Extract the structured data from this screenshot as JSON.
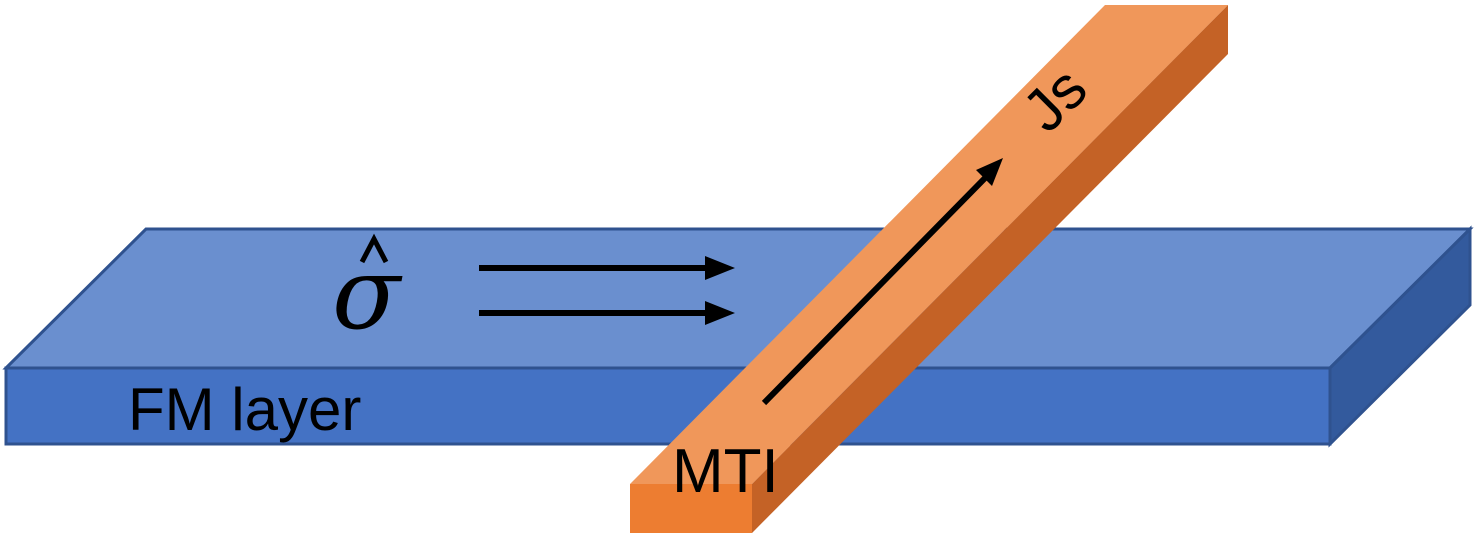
{
  "labels": {
    "sigma_hat": "σ",
    "fm_layer": "FM layer",
    "mti": "MTI",
    "js": "Js"
  },
  "colors": {
    "fm_top": "#6a8fcf",
    "fm_front": "#4472c4",
    "fm_side": "#335a9d",
    "fm_edge": "#2f528f",
    "mti_top": "#f0975a",
    "mti_front": "#ed7d31",
    "mti_side": "#c46226",
    "arrow": "#000000"
  }
}
